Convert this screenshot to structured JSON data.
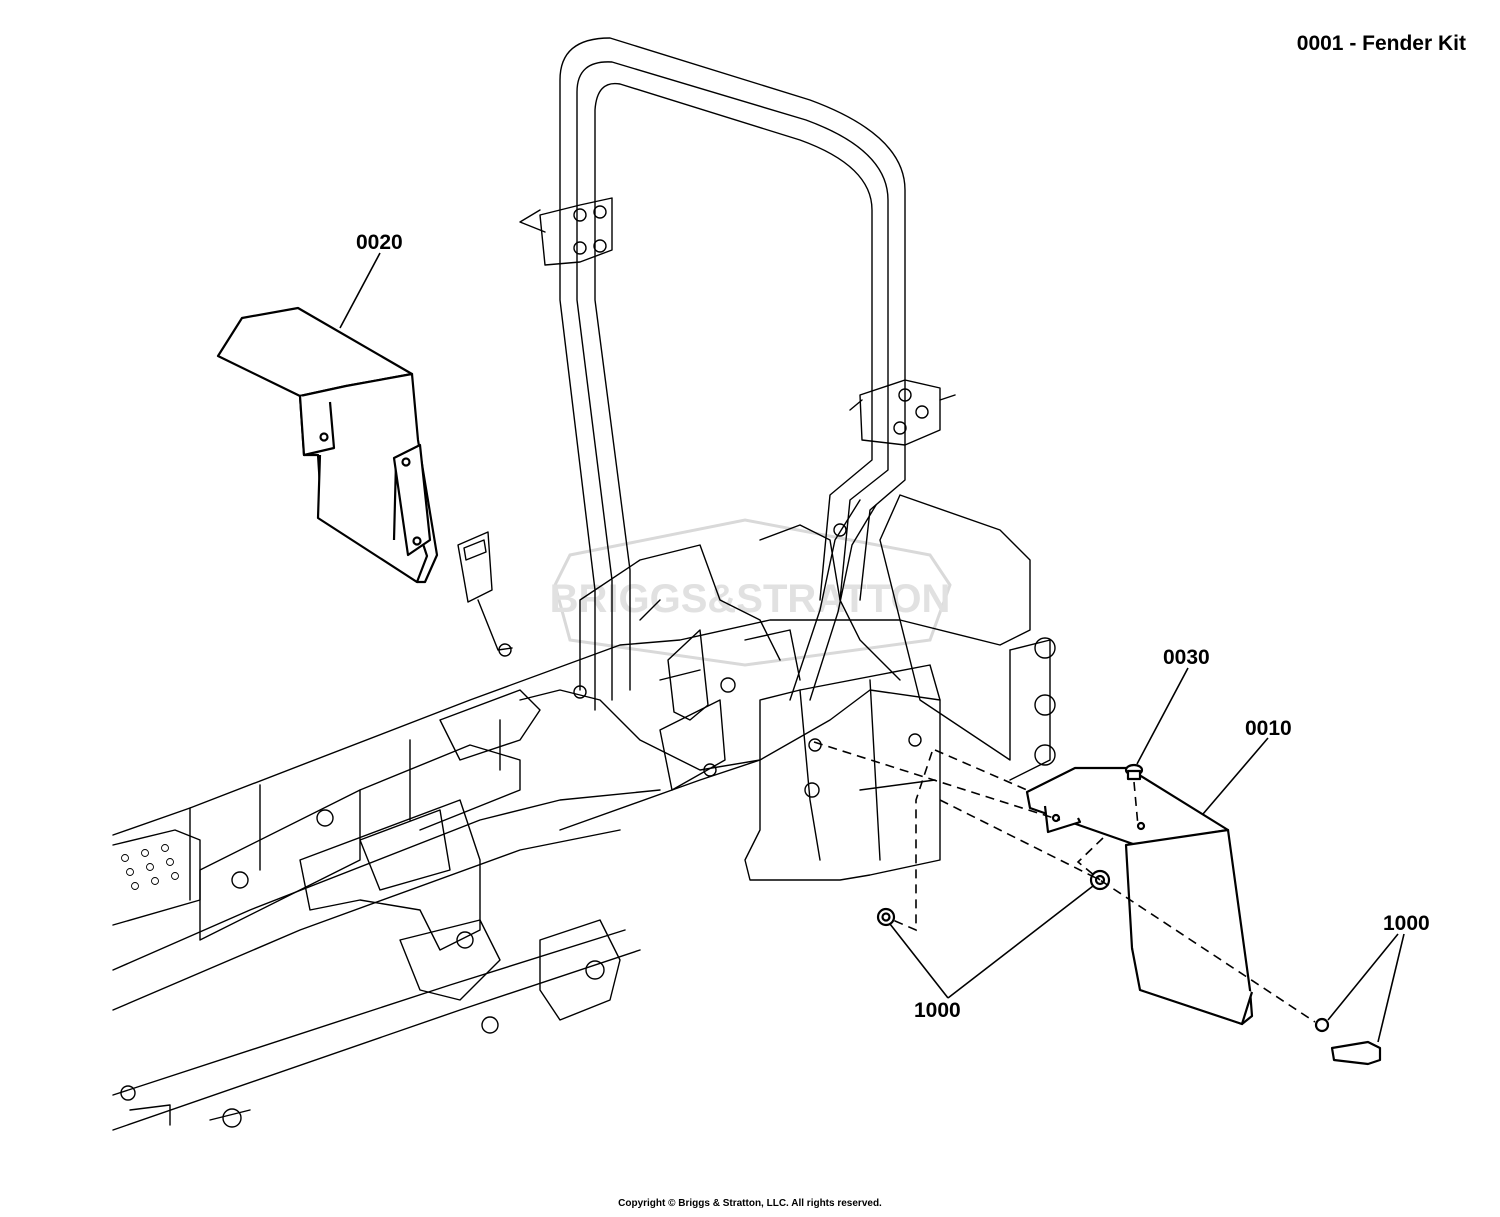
{
  "header": {
    "title": "0001 - Fender Kit"
  },
  "watermark": {
    "text": "BRIGGS&STRATTON"
  },
  "callouts": [
    {
      "id": "0020",
      "label": "0020"
    },
    {
      "id": "0030",
      "label": "0030"
    },
    {
      "id": "0010",
      "label": "0010"
    },
    {
      "id": "1000-right",
      "label": "1000"
    },
    {
      "id": "1000-left",
      "label": "1000"
    }
  ],
  "footer": {
    "copyright": "Copyright © Briggs & Stratton, LLC. All rights reserved."
  }
}
